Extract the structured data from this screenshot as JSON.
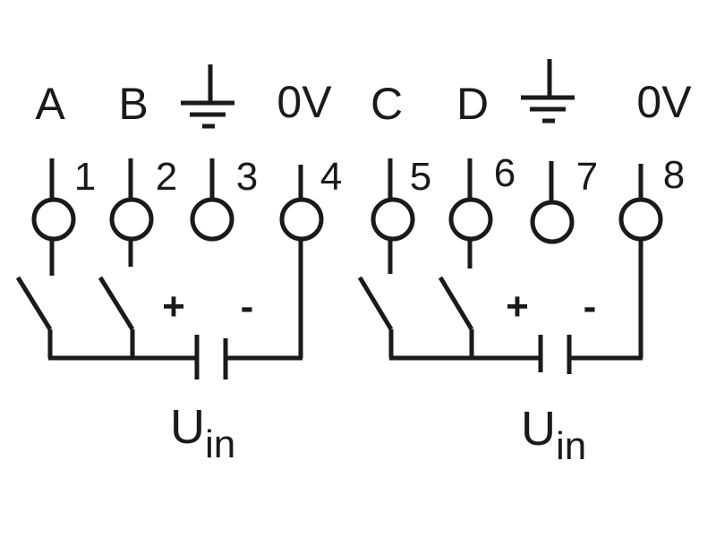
{
  "groups": [
    {
      "inputs": [
        "A",
        "B"
      ],
      "zero_volt_label": "0V",
      "terminals": [
        "1",
        "2",
        "3",
        "4"
      ],
      "plus_sign": "+",
      "minus_sign": "-",
      "supply_label": "U",
      "supply_subscript": "in"
    },
    {
      "inputs": [
        "C",
        "D"
      ],
      "zero_volt_label": "0V",
      "terminals": [
        "5",
        "6",
        "7",
        "8"
      ],
      "plus_sign": "+",
      "minus_sign": "-",
      "supply_label": "U",
      "supply_subscript": "in"
    }
  ],
  "icons": {
    "ground": "ground-icon"
  }
}
